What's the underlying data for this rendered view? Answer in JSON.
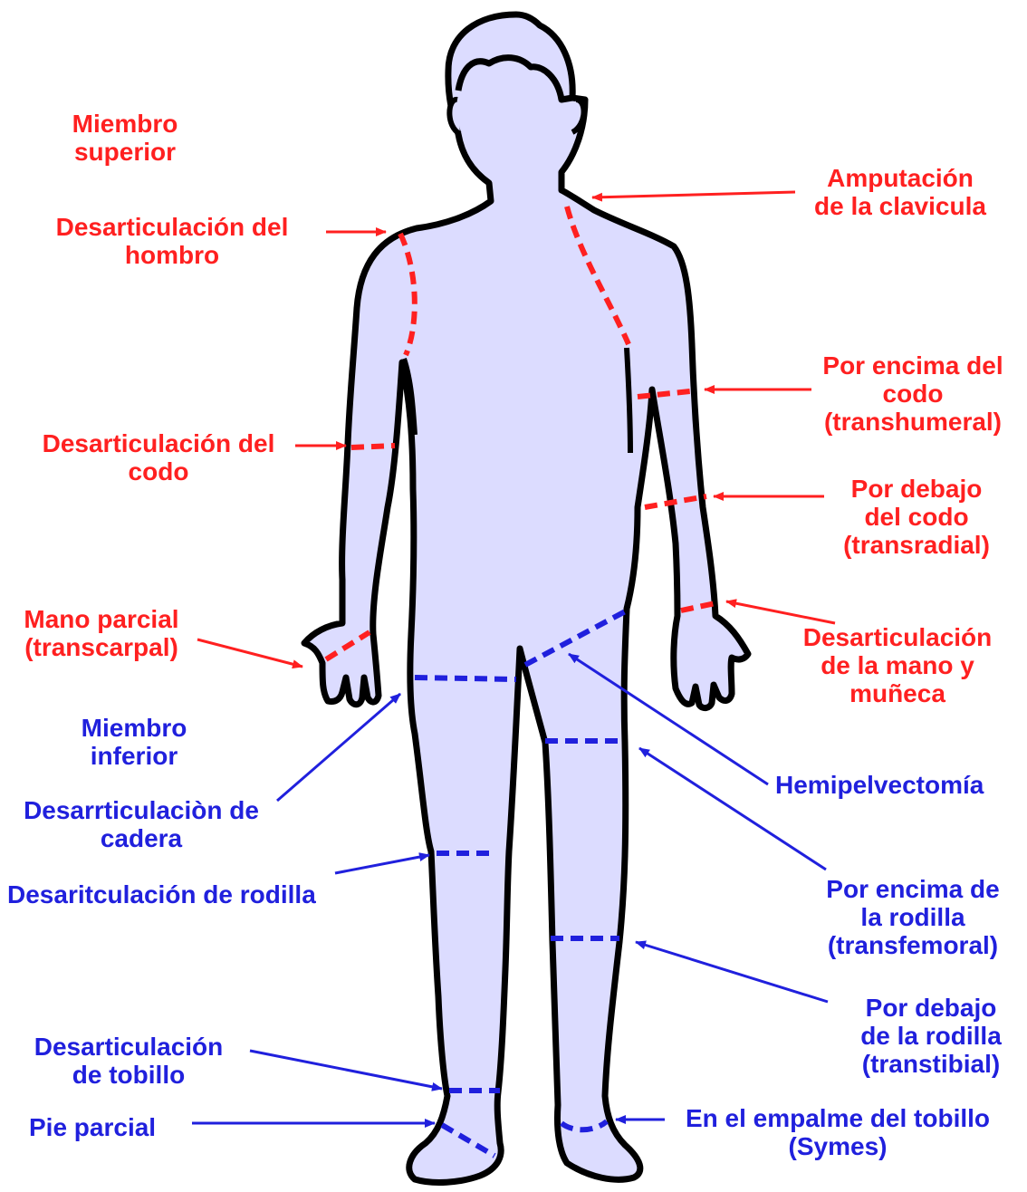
{
  "colors": {
    "upper": "#ff2020",
    "lower": "#2020dd",
    "body_fill": "#dcdcff",
    "outline": "#000000"
  },
  "upper_limb": {
    "heading": [
      "Miembro",
      "superior"
    ],
    "shoulder_disarticulation": [
      "Desarticulación del",
      "hombro"
    ],
    "clavicle_amputation": [
      "Amputación",
      "de la clavicula"
    ],
    "above_elbow": [
      "Por encima del",
      "codo",
      "(transhumeral)"
    ],
    "elbow_disarticulation": [
      "Desarticulación del",
      "codo"
    ],
    "below_elbow": [
      "Por debajo",
      "del codo",
      "(transradial)"
    ],
    "partial_hand": [
      "Mano parcial",
      "(transcarpal)"
    ],
    "hand_wrist_disarticulation": [
      "Desarticulación",
      "de la mano y",
      "muñeca"
    ]
  },
  "lower_limb": {
    "heading": [
      "Miembro",
      "inferior"
    ],
    "hip_disarticulation": [
      "Desarrticulaciòn de",
      "cadera"
    ],
    "hemipelvectomy": [
      "Hemipelvectomía"
    ],
    "knee_disarticulation": [
      "Desaritculación de rodilla"
    ],
    "above_knee": [
      "Por encima de",
      "la rodilla",
      "(transfemoral)"
    ],
    "below_knee": [
      "Por debajo",
      "de la rodilla",
      "(transtibial)"
    ],
    "ankle_disarticulation": [
      "Desarticulación",
      "de tobillo"
    ],
    "partial_foot": [
      "Pie parcial"
    ],
    "syme": [
      "En el empalme del tobillo",
      "(Symes)"
    ]
  }
}
